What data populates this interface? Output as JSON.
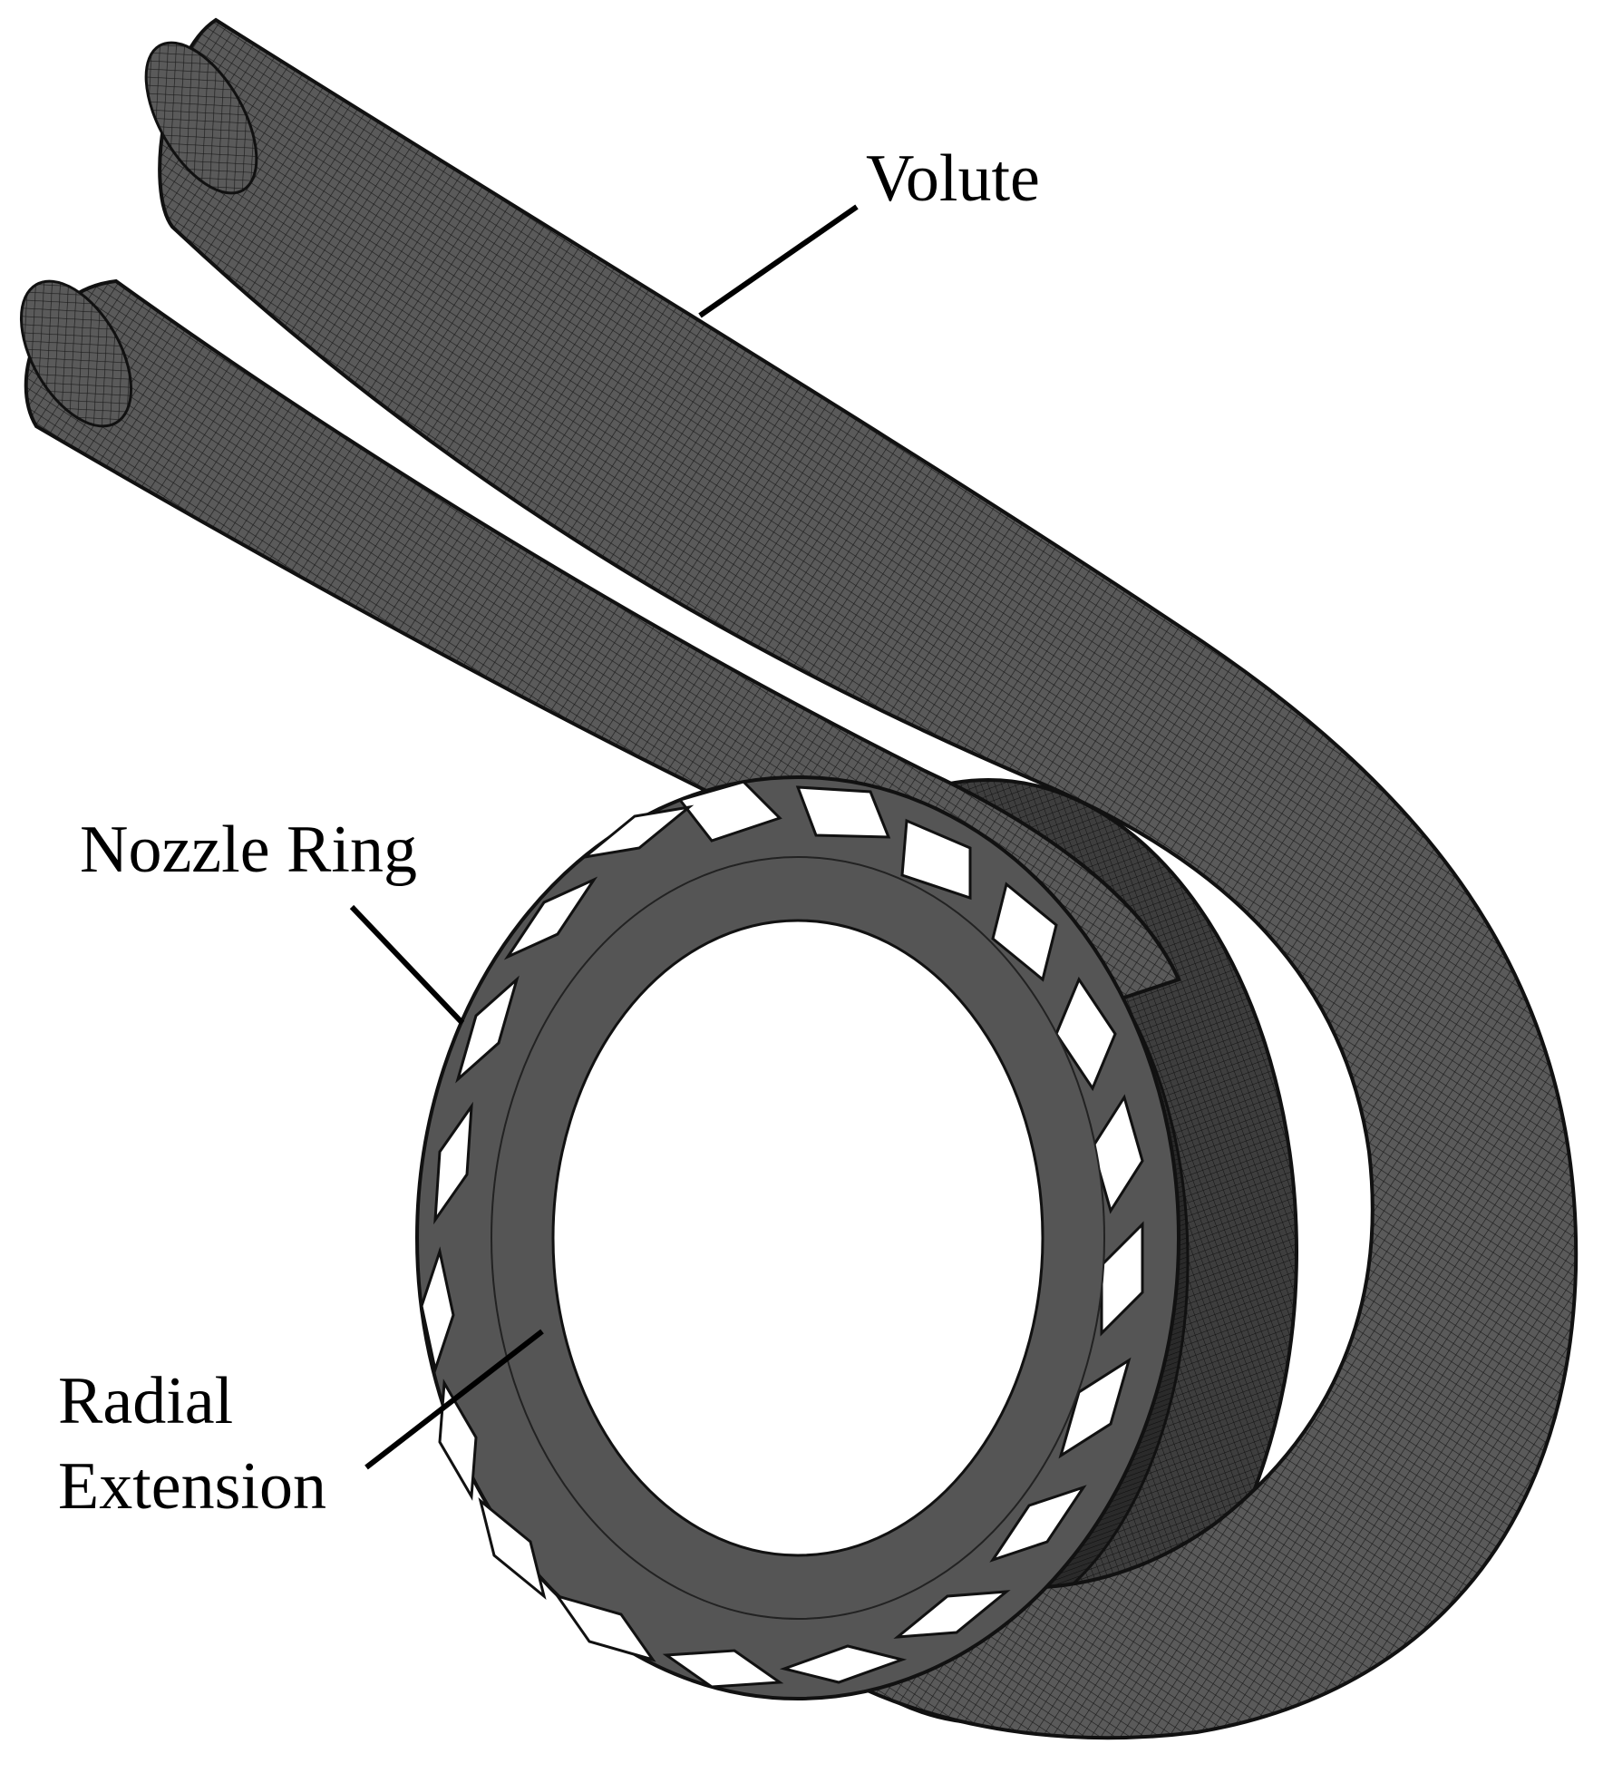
{
  "labels": {
    "volute": "Volute",
    "nozzle_ring": "Nozzle Ring",
    "radial_line1": "Radial",
    "radial_line2": "Extension"
  },
  "colors": {
    "mesh_dark": "#4a4a4a",
    "ring": "#555555",
    "background": "#ffffff"
  }
}
